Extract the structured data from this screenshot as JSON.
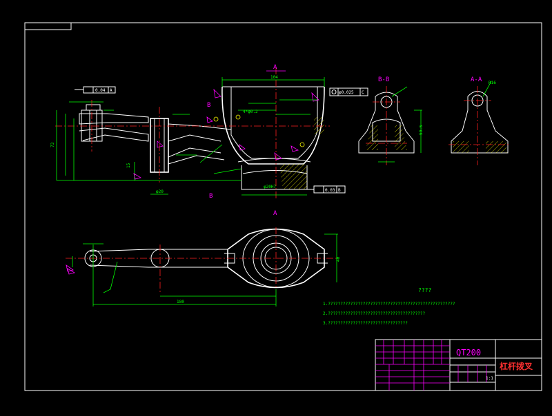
{
  "drawing": {
    "section_a_label": "A",
    "section_b_label": "B",
    "view_b_title": "B-B",
    "view_a_title": "A-A",
    "tech_title": "????",
    "notes": [
      "1.???????????????????????????????????????????????????",
      "2.???????????????????????????????????????",
      "3.????????????????????????????????"
    ],
    "material": "QT200",
    "part_name": "杠杆拨叉",
    "scale_label": "1:1"
  },
  "dimensions": {
    "d104": "104",
    "d73": "73",
    "d15": "15",
    "d20": "φ20",
    "d180": "180",
    "d20h7": "φ20H7",
    "d4p": "4*φ0.2",
    "d59": "59.5",
    "tol_flat": "0.04",
    "tol_flat_ref": "A",
    "tol_pos": "φ0.025",
    "tol_pos_ref": "C",
    "tol_side": "0.03",
    "tol_side_ref": "B",
    "d40": "40",
    "dR": "R16"
  },
  "colors": {
    "outline": "#ffffff",
    "dimension": "#00ff00",
    "centerline": "#ff2020",
    "thread": "#ffff00",
    "symbol": "#ff00ff",
    "background": "#000000"
  }
}
